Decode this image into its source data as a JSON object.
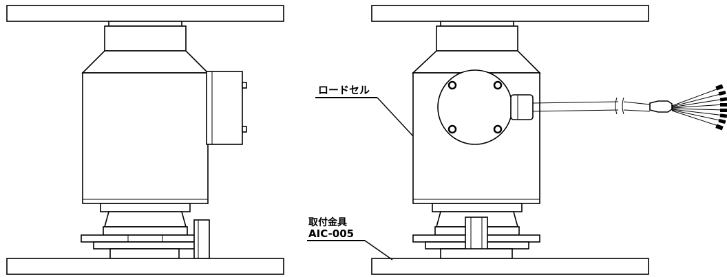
{
  "labels": {
    "load_cell": "ロードセル",
    "mount_bracket": "取付金具",
    "mount_bracket_model": "AIC-005"
  }
}
